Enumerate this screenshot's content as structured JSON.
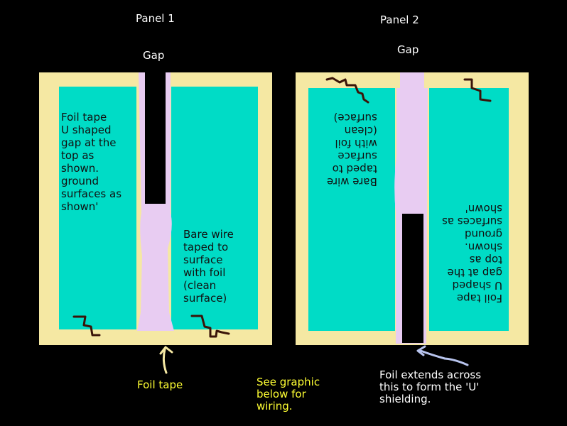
{
  "panel1": {
    "title": "Panel 1",
    "gap_label": "Gap",
    "left_text": "Foil tape\nU shaped\ngap at the\ntop as\nshown.\nground\nsurfaces as\nshown'",
    "right_text": "Bare wire\ntaped to\nsurface\nwith foil\n(clean\nsurface)"
  },
  "panel2": {
    "title": "Panel 2",
    "gap_label": "Gap",
    "left_text_upside_down": "Bare wire\ntaped to\nsurface\nwith foil\n(clean\nsurface)",
    "right_text_upside_down": "Foil tape\nU shaped\ngap at the\ntop as\nshown.\nground\nsurfaces as\nshown'"
  },
  "notes": {
    "foil_tape": "Foil tape",
    "see_graphic": "See graphic\nbelow for\nwiring.",
    "foil_extends": "Foil extends across\nthis to form the 'U'\nshielding."
  },
  "colors": {
    "background": "#000000",
    "frame": "#f5e8a3",
    "surface": "#00dcc6",
    "gap": "#e8ccf2",
    "slot": "#000000",
    "wire": "#3a1408",
    "arrow_yellow": "#f5e8a3",
    "arrow_blue": "#b8c4ee"
  }
}
